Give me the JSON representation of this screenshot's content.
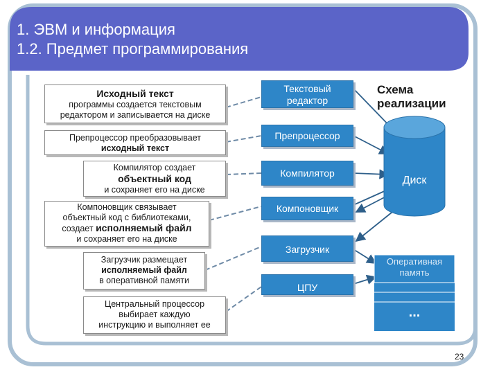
{
  "header": {
    "line1": "1. ЭВМ и информация",
    "line2": "1.2. Предмет программирования"
  },
  "steps": [
    {
      "bold": "Исходный текст",
      "rest": [
        "программы создается текстовым",
        "редактором и записывается на диске"
      ]
    },
    {
      "pre": "Препроцессор преобразовывает",
      "bold": "исходный текст"
    },
    {
      "pre": "Компилятор создает",
      "bold": "объектный код",
      "post": "и сохраняет его на диске"
    },
    {
      "l1": "Компоновщик связывает",
      "l2": "объектный код с библиотеками,",
      "l3pre": "создает",
      "bold": "исполняемый файл",
      "post": "и сохраняет его на диске"
    },
    {
      "l1": "Загрузчик размещает",
      "bold": "исполняемый файл",
      "post": "в оперативной памяти"
    },
    {
      "l1": "Центральный процессор",
      "l2": "выбирает каждую",
      "l3": "инструкцию и выполняет ее"
    }
  ],
  "components": [
    {
      "line1": "Текстовый",
      "line2": "редактор"
    },
    {
      "line1": "Препроцессор"
    },
    {
      "line1": "Компилятор"
    },
    {
      "line1": "Компоновщик"
    },
    {
      "line1": "Загрузчик"
    },
    {
      "line1": "ЦПУ"
    }
  ],
  "scheme": {
    "line1": "Схема",
    "line2": "реализации"
  },
  "disk": "Диск",
  "memory": {
    "line1": "Оперативная",
    "line2": "память",
    "ellipsis": "..."
  },
  "page_number": "23",
  "colors": {
    "header": "#5b64c8",
    "frame_border": "#9fbad0",
    "blue_box": "#2e86c8",
    "connector": "#6e8aa6"
  }
}
